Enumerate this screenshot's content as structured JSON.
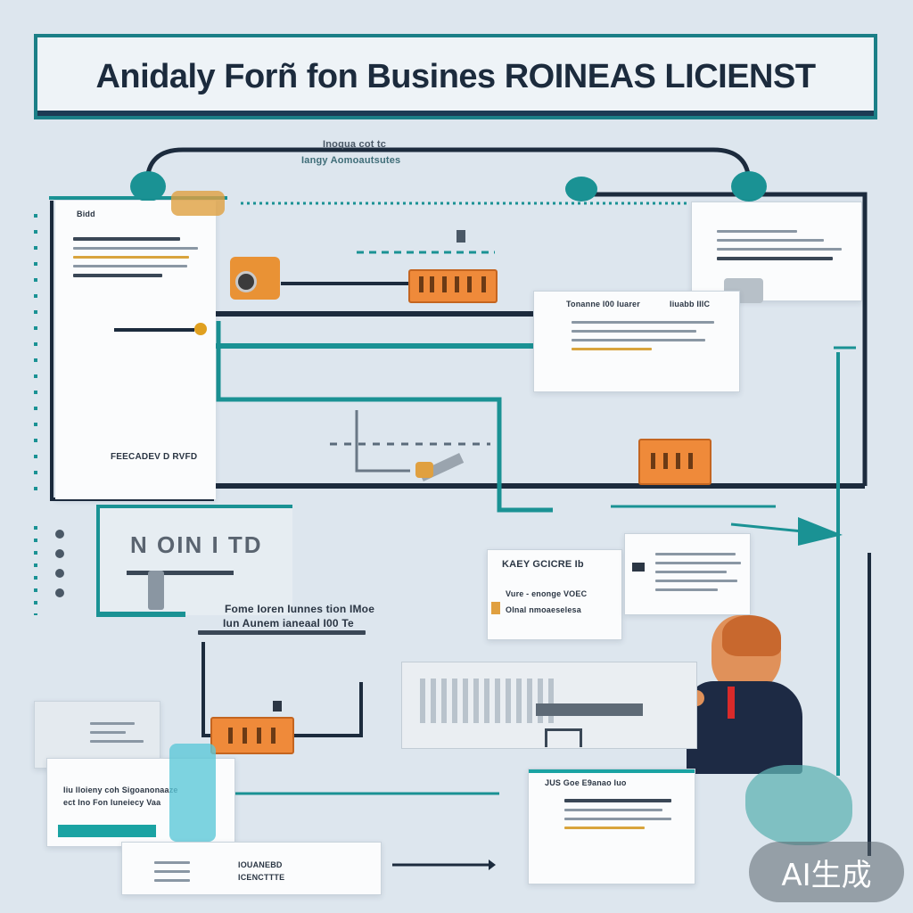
{
  "title": "Anidaly Forñ fon Busines ROINEAS LICIENST",
  "labels": {
    "top_note_1": "Inoqua cot tc",
    "top_note_2": "Iangy Aomoautsutes",
    "left_card_caption": "FEECADEV D RVFD",
    "left_panel_heading": "N OIN I TD",
    "mid_card_header_1": "Tonanne I00  Iuarer",
    "mid_card_header_2": "Iiuabb IIIC",
    "right_card_header": "KAEY GCICRE Ib",
    "right_card_line_1": "Vure  - enonge VOEC",
    "right_card_line_2": "Olnal nmoaeselesa",
    "center_text_1": "Fome Ioren Iunnes tion IMoe",
    "center_text_2": "Iun Aunem ianeaal I00 Te",
    "bottom_left_text_1": "Iiu Iloieny coh Sigoanonaaze",
    "bottom_left_text_2": "ect Ino Fon Iuneiecy Vaa",
    "bottom_right_header": "JUS Goe  E9anao  Iuo",
    "bottom_caption_1": "IOUANEBD",
    "bottom_caption_2": "ICENCTTTE",
    "left_doc_corner": "Bidd"
  },
  "badge": "AI生成",
  "colors": {
    "teal": "#1a9294",
    "navy": "#1c2b3d",
    "orange": "#ef8a3a",
    "background": "#dde6ee"
  }
}
